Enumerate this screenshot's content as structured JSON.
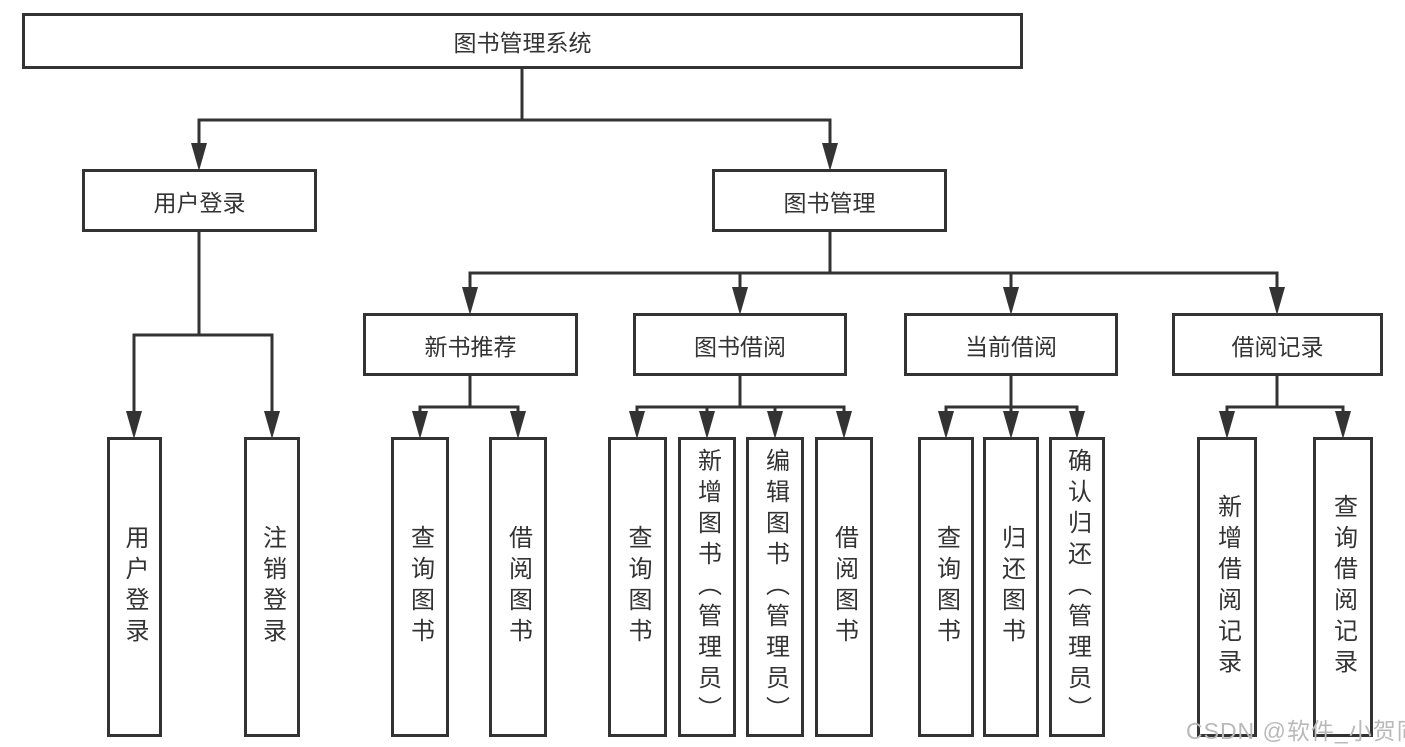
{
  "tree": {
    "root": {
      "label": "图书管理系统"
    },
    "children": [
      {
        "label": "用户登录",
        "children": [
          {
            "label": "用户登录"
          },
          {
            "label": "注销登录"
          }
        ]
      },
      {
        "label": "图书管理",
        "children": [
          {
            "label": "新书推荐",
            "children": [
              {
                "label": "查询图书"
              },
              {
                "label": "借阅图书"
              }
            ]
          },
          {
            "label": "图书借阅",
            "children": [
              {
                "label": "查询图书"
              },
              {
                "label": "新增图书（管理员）"
              },
              {
                "label": "编辑图书（管理员）"
              },
              {
                "label": "借阅图书"
              }
            ]
          },
          {
            "label": "当前借阅",
            "children": [
              {
                "label": "查询图书"
              },
              {
                "label": "归还图书"
              },
              {
                "label": "确认归还（管理员）"
              }
            ]
          },
          {
            "label": "借阅记录",
            "children": [
              {
                "label": "新增借阅记录"
              },
              {
                "label": "查询借阅记录"
              }
            ]
          }
        ]
      }
    ]
  },
  "watermark": {
    "text": "CSDN @软件_小贺同学"
  },
  "colors": {
    "line": "#333333",
    "text": "#333333",
    "background": "#ffffff",
    "watermark": "#b9b9b9"
  }
}
